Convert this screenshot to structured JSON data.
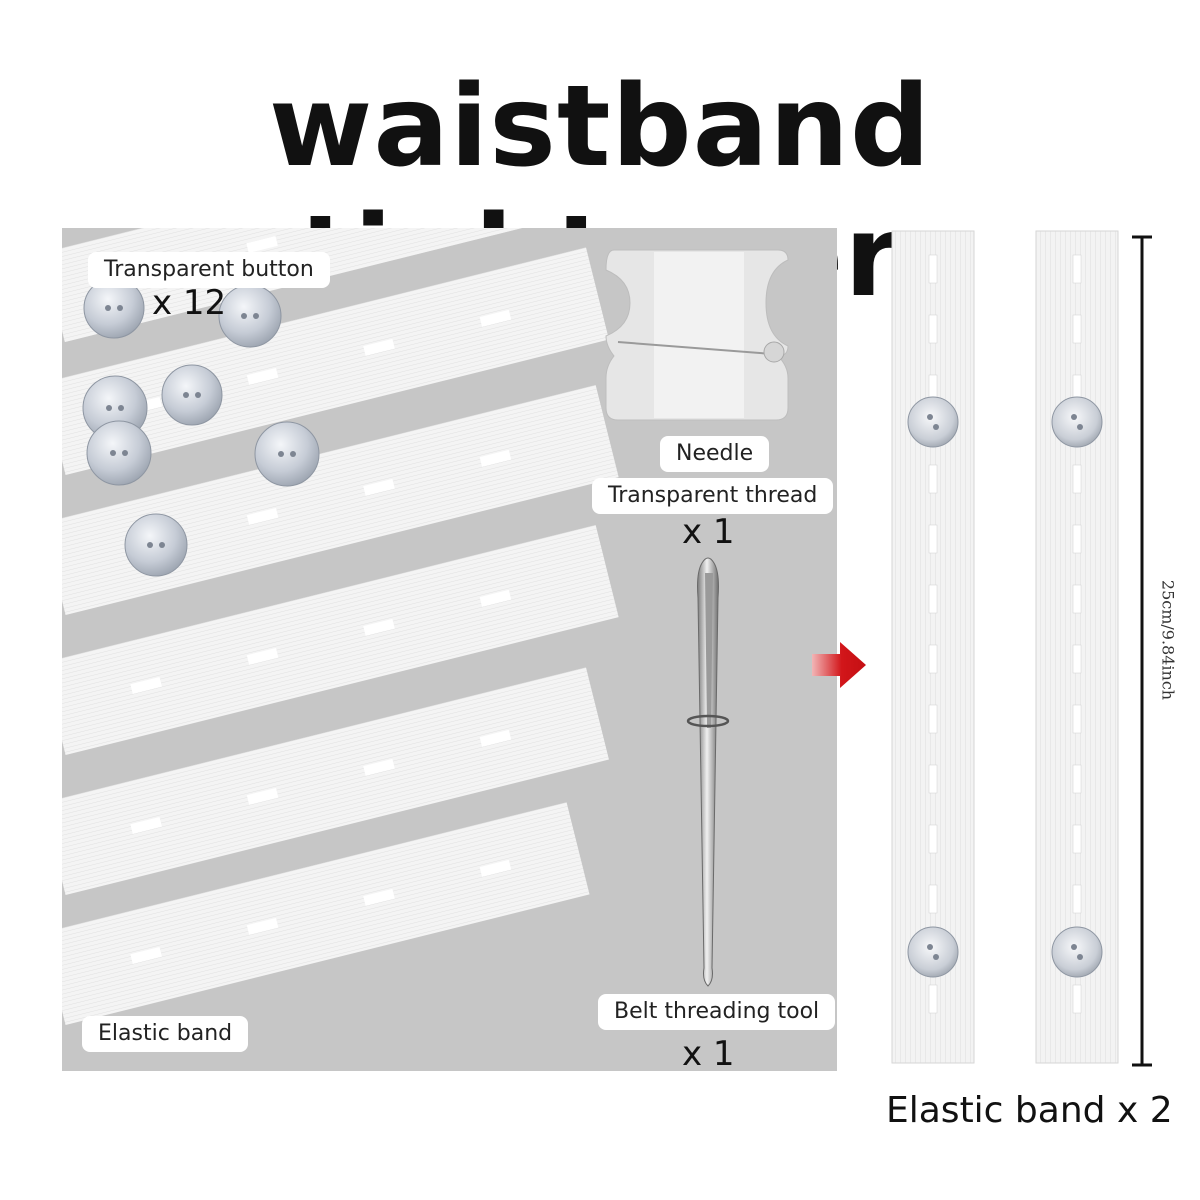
{
  "header": {
    "title": "waistband tightener"
  },
  "labels": {
    "transparent_button": "Transparent button",
    "button_qty": "x 12",
    "needle": "Needle",
    "transparent_thread": "Transparent thread",
    "thread_qty": "x 1",
    "belt_tool": "Belt threading tool",
    "tool_qty": "x 1",
    "elastic_band": "Elastic band"
  },
  "dimension": {
    "text": "25cm/9.84inch"
  },
  "caption": {
    "text": "Elastic band x 2"
  },
  "colors": {
    "panel_bg": "#c6c6c6",
    "arrow": "#d2161a",
    "band": "#f2f2f2",
    "text": "#111111"
  },
  "icons": [
    "button-icon",
    "thread-card-icon",
    "threading-tool-icon",
    "arrow-right-icon"
  ]
}
